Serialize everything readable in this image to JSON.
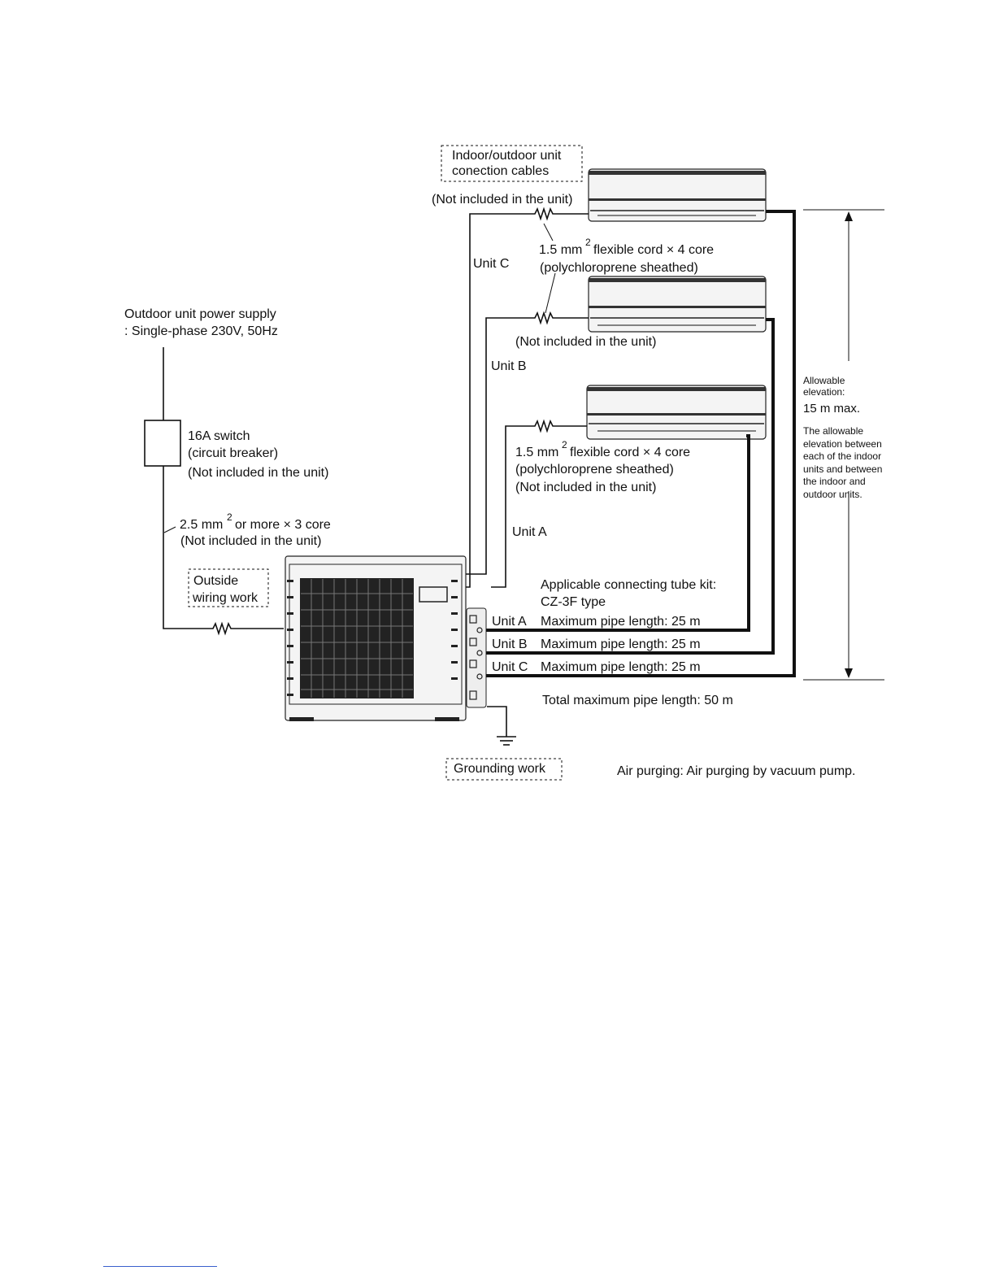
{
  "labels": {
    "cables_line1": "Indoor/outdoor unit",
    "cables_line2": "conection cables",
    "not_included_top": "(Not included in the unit)",
    "cord_c_pre": "1.5 mm",
    "cord_c_sup": "2",
    "cord_c_post": "flexible cord × 4 core",
    "cord_c_sheath": "(polychloroprene sheathed)",
    "unit_c": "Unit C",
    "not_included_b": "(Not included in the unit)",
    "unit_b": "Unit B",
    "power_supply_line1": "Outdoor unit power supply",
    "power_supply_line2": ": Single-phase 230V, 50Hz",
    "switch_line1": "16A switch",
    "switch_line2": "(circuit breaker)",
    "switch_not_included": "(Not included in the unit)",
    "cord_a_pre": "1.5 mm",
    "cord_a_sup": "2",
    "cord_a_post": "flexible cord × 4 core",
    "cord_a_sheath": "(polychloroprene sheathed)",
    "cord_a_not_included": "(Not included in the unit)",
    "power_cable_pre": "2.5 mm",
    "power_cable_sup": "2",
    "power_cable_post": "or more × 3 core",
    "power_cable_not_included": "(Not included in the unit)",
    "unit_a": "Unit A",
    "outside_wiring_line1": "Outside",
    "outside_wiring_line2": "wiring work",
    "tube_kit_line1": "Applicable connecting tube kit:",
    "tube_kit_line2": "CZ-3F type",
    "pipe_a_unit": "Unit A",
    "pipe_a_len": "Maximum pipe length: 25 m",
    "pipe_b_unit": "Unit B",
    "pipe_b_len": "Maximum pipe length: 25 m",
    "pipe_c_unit": "Unit C",
    "pipe_c_len": "Maximum pipe length: 25 m",
    "total_pipe": "Total maximum pipe length: 50 m",
    "grounding": "Grounding work",
    "air_purging": "Air purging: Air purging by vacuum pump.",
    "elevation_line1": "Allowable",
    "elevation_line2": "elevation:",
    "elevation_value": "15 m max.",
    "elev_note_1": "The allowable",
    "elev_note_2": "elevation between",
    "elev_note_3": "each of the indoor",
    "elev_note_4": "units and between",
    "elev_note_5": "the indoor and",
    "elev_note_6": "outdoor units."
  }
}
